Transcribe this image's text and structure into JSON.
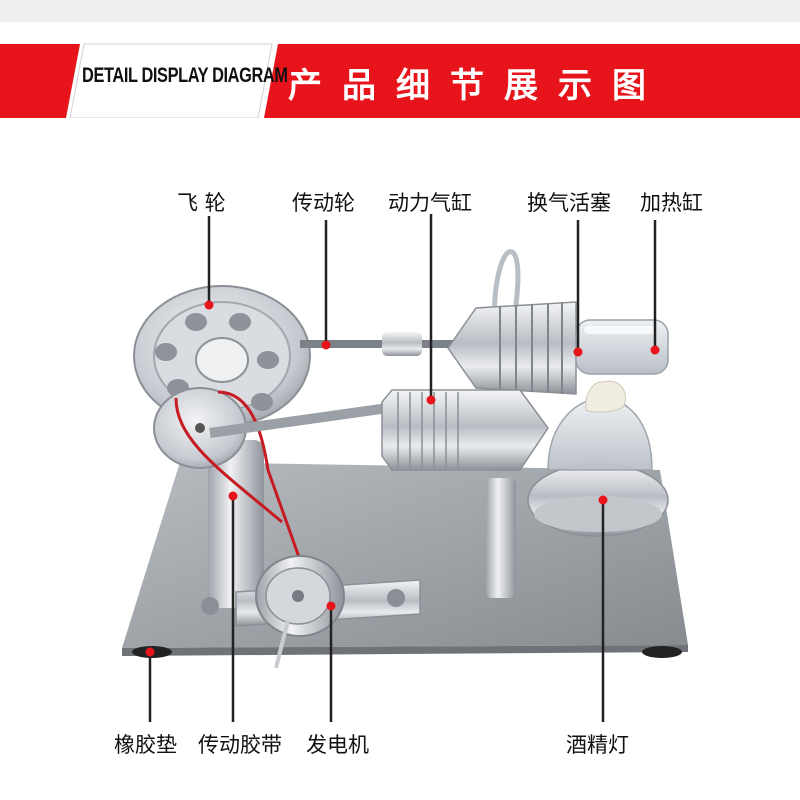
{
  "banner": {
    "title_en": "DETAIL DISPLAY DIAGRAM",
    "title_zh": "产品细节展示图",
    "accent_color": "#e8141c"
  },
  "labels": {
    "flywheel": "飞 轮",
    "drive_wheel": "传动轮",
    "power_cylinder": "动力气缸",
    "displacer_piston": "换气活塞",
    "heating_cylinder": "加热缸",
    "rubber_pad": "橡胶垫",
    "drive_belt": "传动胶带",
    "generator": "发电机",
    "alcohol_lamp": "酒精灯"
  },
  "colors": {
    "callout_dot": "#e8141c",
    "leader_line": "#222222",
    "metal": "#c9ccd1",
    "base_plate": "#9a9ea3"
  }
}
